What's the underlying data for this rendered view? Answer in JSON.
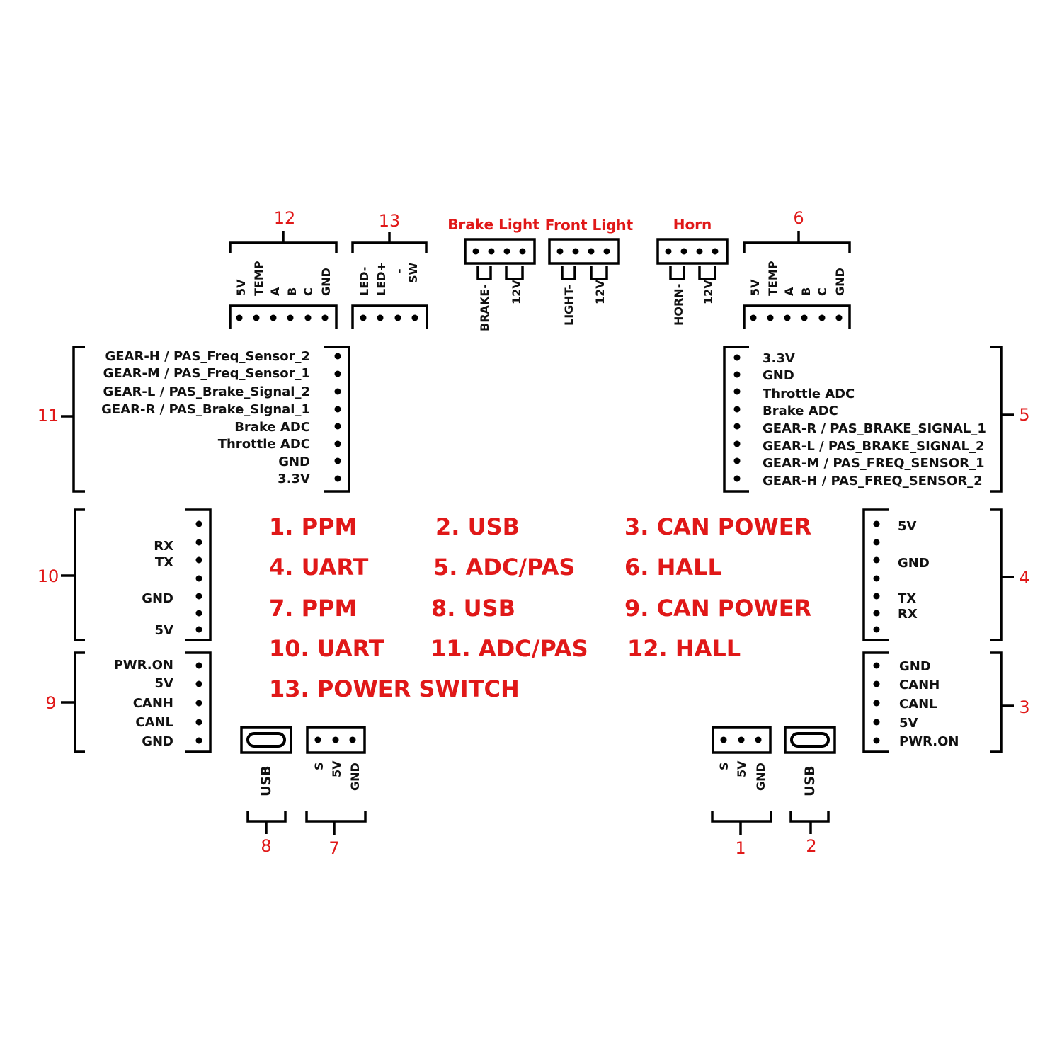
{
  "colors": {
    "accent": "#e01818",
    "ink": "#000000",
    "background": "#ffffff"
  },
  "legend": [
    "1. PPM",
    "2. USB",
    "3. CAN POWER",
    "4. UART",
    "5. ADC/PAS",
    "6. HALL",
    "7. PPM",
    "8. USB",
    "9. CAN POWER",
    "10. UART",
    "11. ADC/PAS",
    "12. HALL",
    "13. POWER SWITCH"
  ],
  "connectors": {
    "c12": {
      "number": "12",
      "pins": [
        "5V",
        "TEMP",
        "A",
        "B",
        "C",
        "GND"
      ]
    },
    "c13": {
      "number": "13",
      "pins": [
        "LED-",
        "LED+",
        "-",
        "SW"
      ]
    },
    "brake": {
      "title": "Brake Light",
      "wires": [
        "BRAKE-",
        "12V"
      ]
    },
    "front": {
      "title": "Front Light",
      "wires": [
        "LIGHT-",
        "12V"
      ]
    },
    "horn": {
      "title": "Horn",
      "wires": [
        "HORN-",
        "12V"
      ]
    },
    "c6": {
      "number": "6",
      "pins": [
        "5V",
        "TEMP",
        "A",
        "B",
        "C",
        "GND"
      ]
    },
    "c11": {
      "number": "11",
      "pins": [
        "GEAR-H / PAS_Freq_Sensor_2",
        "GEAR-M / PAS_Freq_Sensor_1",
        "GEAR-L / PAS_Brake_Signal_2",
        "GEAR-R / PAS_Brake_Signal_1",
        "Brake ADC",
        "Throttle ADC",
        "GND",
        "3.3V"
      ]
    },
    "c5": {
      "number": "5",
      "pins": [
        "3.3V",
        "GND",
        "Throttle ADC",
        "Brake ADC",
        "GEAR-R / PAS_BRAKE_SIGNAL_1",
        "GEAR-L / PAS_BRAKE_SIGNAL_2",
        "GEAR-M / PAS_FREQ_SENSOR_1",
        "GEAR-H / PAS_FREQ_SENSOR_2"
      ]
    },
    "c10": {
      "number": "10",
      "pins": [
        "RX",
        "TX",
        "GND",
        "5V"
      ]
    },
    "c4": {
      "number": "4",
      "pins": [
        "5V",
        "GND",
        "TX",
        "RX"
      ]
    },
    "c9": {
      "number": "9",
      "pins": [
        "PWR.ON",
        "5V",
        "CANH",
        "CANL",
        "GND"
      ]
    },
    "c3": {
      "number": "3",
      "pins": [
        "GND",
        "CANH",
        "CANL",
        "5V",
        "PWR.ON"
      ]
    },
    "c8": {
      "number": "8",
      "label": "USB"
    },
    "c7": {
      "number": "7",
      "pins": [
        "S",
        "5V",
        "GND"
      ]
    },
    "c1": {
      "number": "1",
      "pins": [
        "S",
        "5V",
        "GND"
      ]
    },
    "c2": {
      "number": "2",
      "label": "USB"
    }
  }
}
